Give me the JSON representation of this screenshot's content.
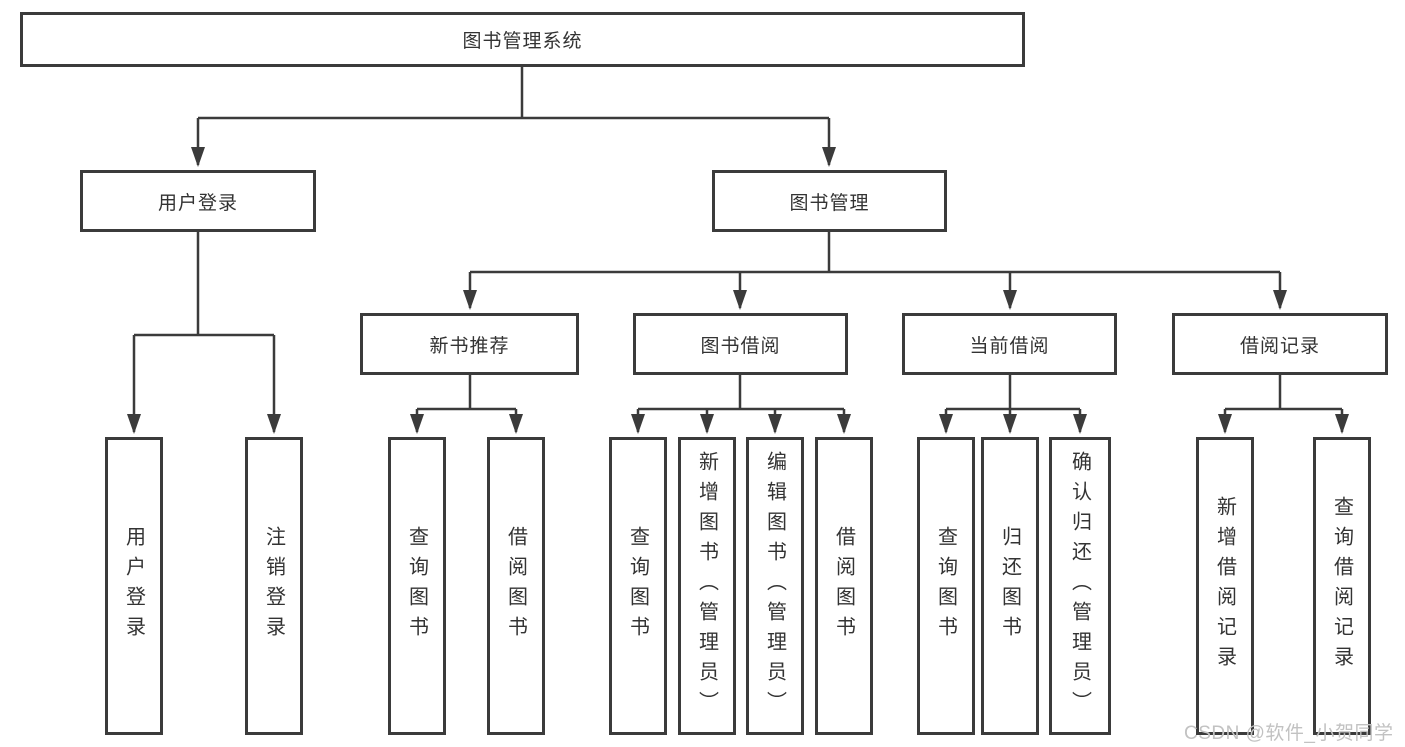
{
  "diagram": {
    "root": {
      "label": "图书管理系统"
    },
    "level2": [
      {
        "label": "用户登录"
      },
      {
        "label": "图书管理"
      }
    ],
    "level3": [
      {
        "label": "新书推荐"
      },
      {
        "label": "图书借阅"
      },
      {
        "label": "当前借阅"
      },
      {
        "label": "借阅记录"
      }
    ],
    "groups": [
      {
        "children": [
          "用户登录",
          "注销登录"
        ]
      },
      {
        "children": [
          "查询图书",
          "借阅图书"
        ]
      },
      {
        "children": [
          "查询图书",
          "新增图书（管理员）",
          "编辑图书（管理员）",
          "借阅图书"
        ]
      },
      {
        "children": [
          "查询图书",
          "归还图书",
          "确认归还（管理员）"
        ]
      },
      {
        "children": [
          "新增借阅记录",
          "查询借阅记录"
        ]
      }
    ],
    "watermark": "CSDN @软件_小贺同学",
    "colors": {
      "line": "#3b3b3b",
      "text": "#333333",
      "background": "#ffffff",
      "watermark": "#c2c2c2"
    }
  }
}
